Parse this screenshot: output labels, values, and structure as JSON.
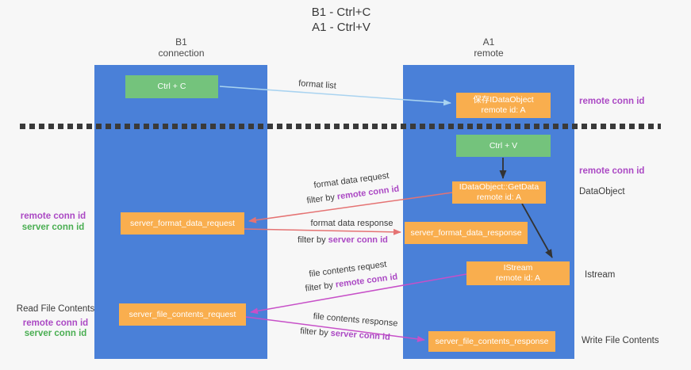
{
  "title": {
    "line1": "B1 - Ctrl+C",
    "line2": "A1 - Ctrl+V"
  },
  "lanes": {
    "left": {
      "title": "B1",
      "subtitle": "connection"
    },
    "right": {
      "title": "A1",
      "subtitle": "remote"
    }
  },
  "boxes": {
    "ctrl_c": {
      "label": "Ctrl + C"
    },
    "save_idataobject": {
      "line1": "保存IDataObject",
      "line2": "remote id: A"
    },
    "ctrl_v": {
      "label": "Ctrl + V"
    },
    "getdata": {
      "line1": "IDataObject::GetData",
      "line2": "remote id: A"
    },
    "istream": {
      "line1": "IStream",
      "line2": "remote id: A"
    },
    "server_format_data_request": {
      "label": "server_format_data_request"
    },
    "server_format_data_response": {
      "label": "server_format_data_response"
    },
    "server_file_contents_request": {
      "label": "server_file_contents_request"
    },
    "server_file_contents_response": {
      "label": "server_file_contents_response"
    }
  },
  "flow_labels": {
    "format_list": "format list",
    "format_data_request": "format data request",
    "format_data_response": "format data response",
    "file_contents_request": "file contents request",
    "file_contents_response": "file contents response",
    "filter_by": "filter by",
    "remote_conn_id": "remote conn id",
    "server_conn_id": "server conn id"
  },
  "side_labels": {
    "right_remote_conn_id_1": "remote conn id",
    "right_remote_conn_id_2": "remote conn id",
    "dataobject": "DataObject",
    "istream": "Istream",
    "write_file_contents": "Write File Contents",
    "read_file_contents": "Read File Contents",
    "left_remote_conn_id_1": "remote conn id",
    "left_server_conn_id_1": "server conn id",
    "left_remote_conn_id_2": "remote conn id",
    "left_server_conn_id_2": "server conn id"
  },
  "colors": {
    "lane_blue": "#4a80d8",
    "box_orange": "#f9ae4e",
    "box_green": "#74c37c",
    "arrow_blue": "#a9d3f0",
    "arrow_red": "#e57373",
    "arrow_magenta": "#c750c8",
    "text_purple": "#ab49c4",
    "text_green": "#4aae52",
    "dash_color": "#3a3a3a",
    "background": "#f7f7f7"
  }
}
